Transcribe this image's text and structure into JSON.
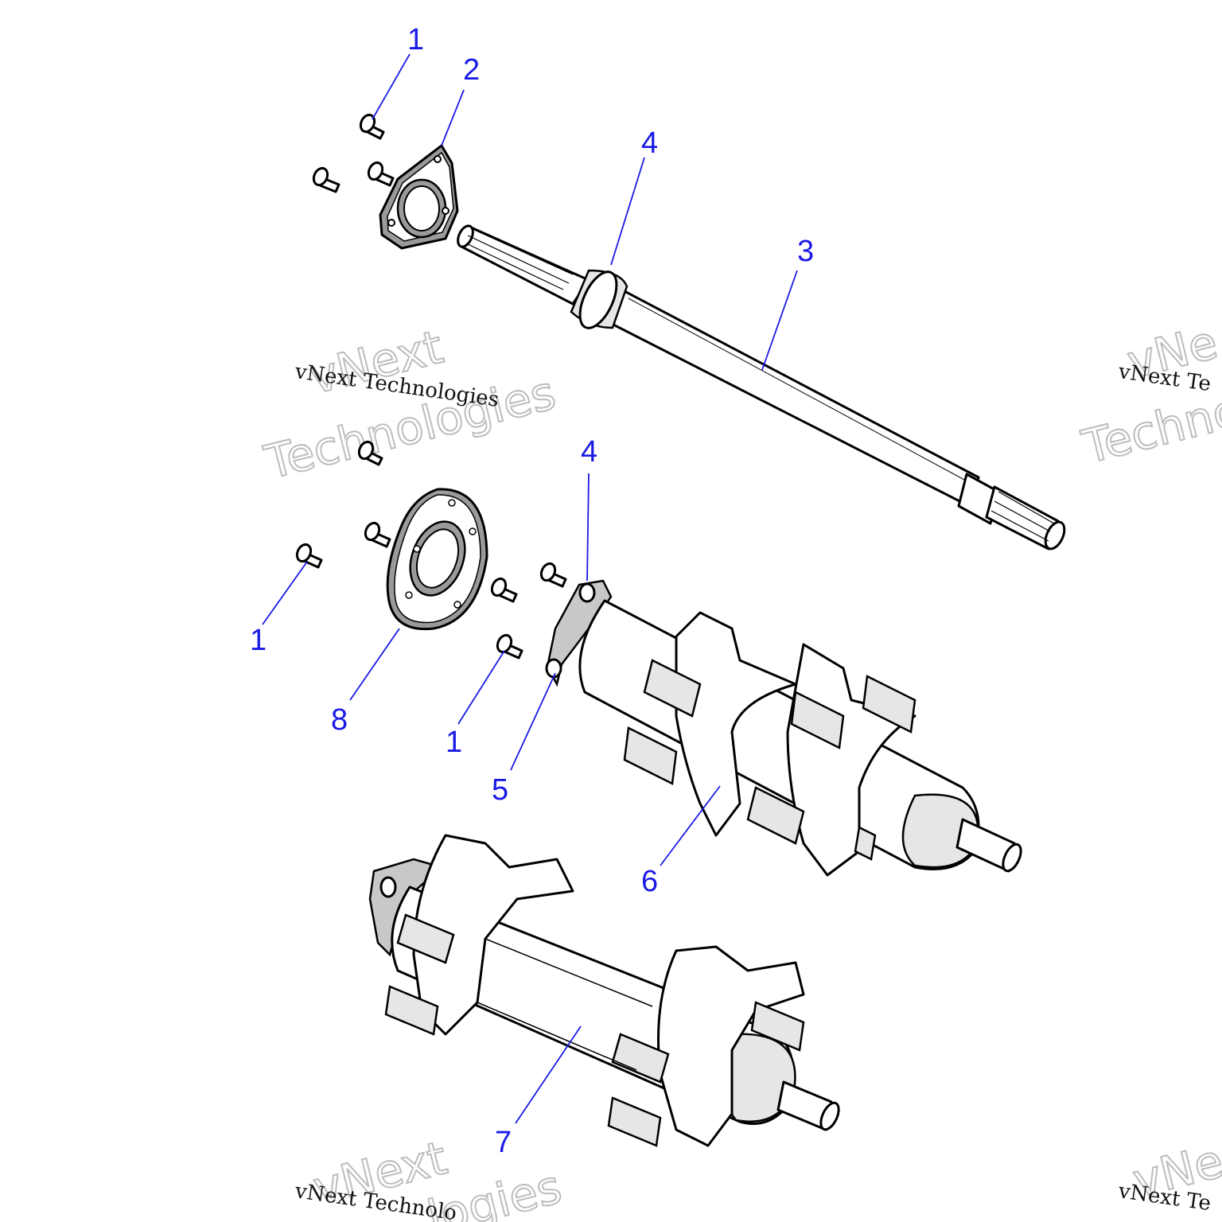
{
  "diagram": {
    "callouts": [
      "1",
      "2",
      "3",
      "4",
      "4",
      "1",
      "8",
      "1",
      "5",
      "6",
      "7"
    ],
    "watermark": {
      "line": "vNext Technologies",
      "big_top": "vNext",
      "big_bottom": "Technologies",
      "cut_line": "vNext Te",
      "cut_bottom": "Techno",
      "cut_top": "vNe",
      "bottom_cut_line": "vNext Technolo",
      "bottom_cut_big": "logies"
    },
    "colors": {
      "callout": "#1a1ae6",
      "outline": "#000000",
      "shade": "#e6e6e6"
    }
  }
}
